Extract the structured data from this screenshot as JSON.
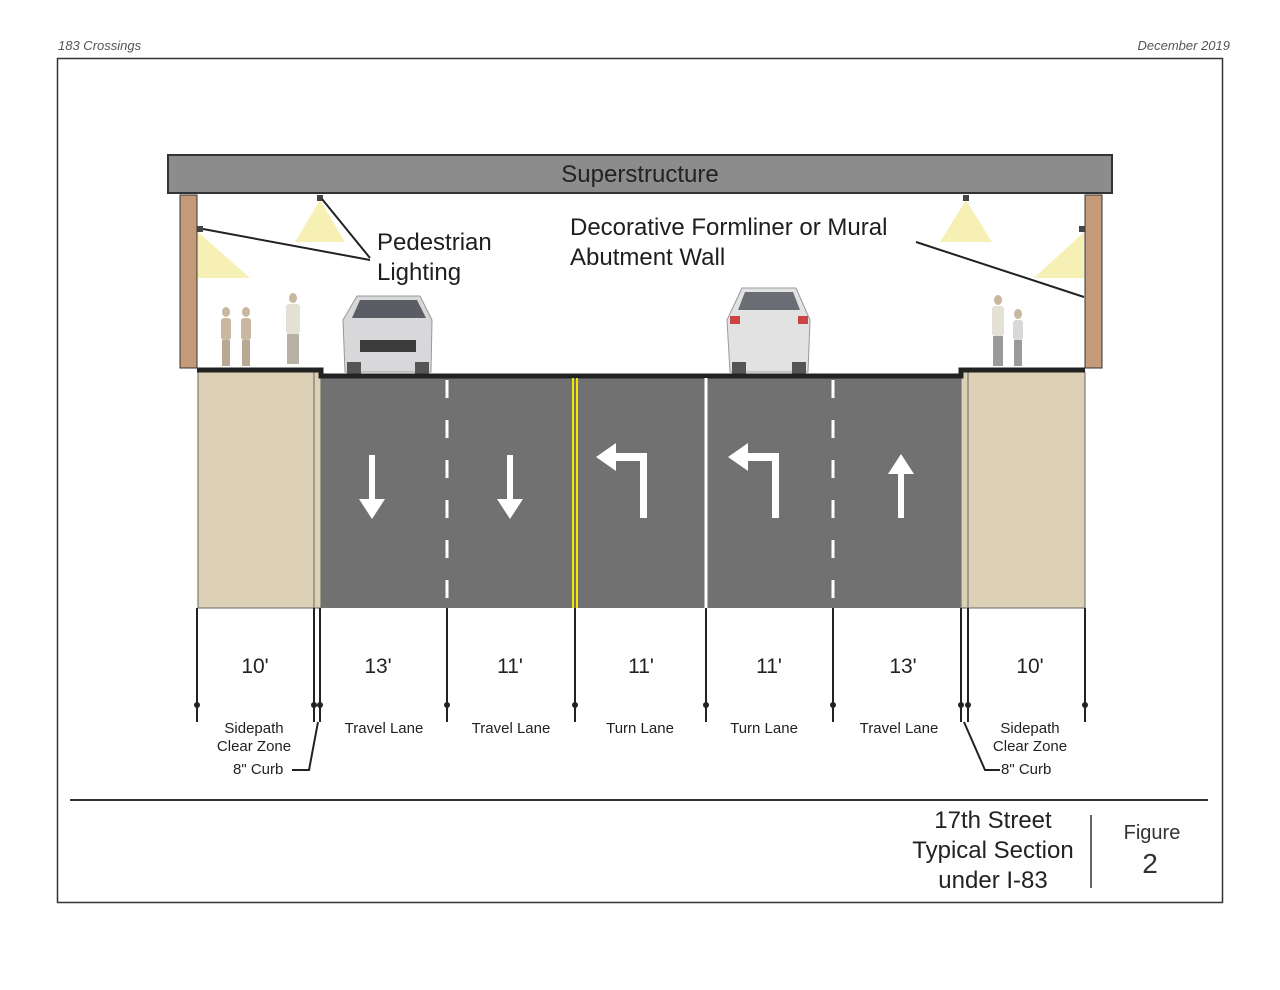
{
  "header": {
    "left": "183 Crossings",
    "right": "December 2019"
  },
  "diagram": {
    "superstructure_label": "Superstructure",
    "annotations": {
      "lighting": [
        "Pedestrian",
        "Lighting"
      ],
      "wall": [
        "Decorative Formliner or Mural",
        "Abutment Wall"
      ]
    },
    "segments": [
      {
        "width": "10'",
        "label": [
          "Sidepath",
          "Clear Zone"
        ]
      },
      {
        "width": "13'",
        "label": [
          "Travel Lane"
        ],
        "arrow": "down"
      },
      {
        "width": "11'",
        "label": [
          "Travel Lane"
        ],
        "arrow": "down"
      },
      {
        "width": "11'",
        "label": [
          "Turn Lane"
        ],
        "arrow": "left-turn"
      },
      {
        "width": "11'",
        "label": [
          "Turn Lane"
        ],
        "arrow": "left-turn"
      },
      {
        "width": "13'",
        "label": [
          "Travel Lane"
        ],
        "arrow": "up"
      },
      {
        "width": "10'",
        "label": [
          "Sidepath",
          "Clear Zone"
        ]
      }
    ],
    "curb_label": "8\" Curb",
    "colors": {
      "road": "#717171",
      "sidepath": "#dcd0b6",
      "wall": "#c49a78",
      "superstructure": "#8c8c8c",
      "centerline": "#f2e600"
    }
  },
  "title_block": {
    "title": [
      "17th Street",
      "Typical Section",
      "under I-83"
    ],
    "figure_label": "Figure",
    "figure_number": "2"
  }
}
